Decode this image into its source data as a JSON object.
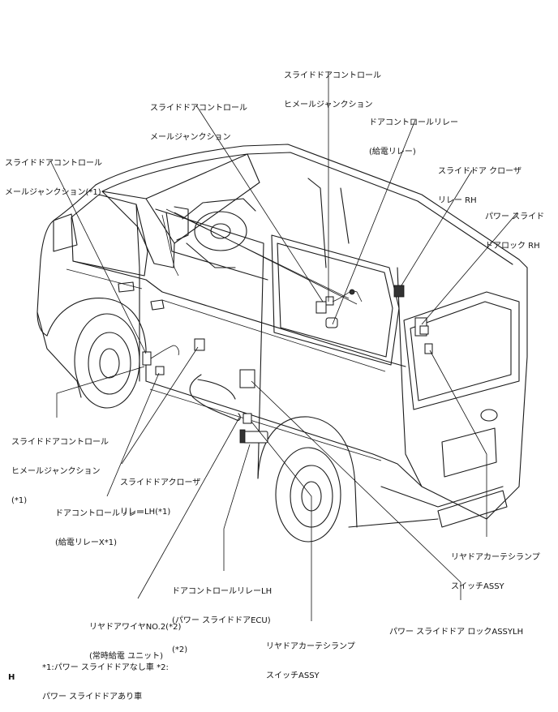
{
  "labels": {
    "mid_roof_junction": [
      "スライドドアコントロール",
      "ヒメールジャンクション"
    ],
    "roof_male_junction": [
      "スライドドアコントロール",
      "メールジャンクション"
    ],
    "door_control_relay_top": [
      "ドアコントロールリレー",
      "(給電リレー)"
    ],
    "closer_relay_rh": [
      "スライドドア クローザ",
      "リレー RH"
    ],
    "power_door_lock_rh": [
      "パワー スライド",
      "ドアロック RH"
    ],
    "left_male_junction": [
      "スライドドアコントロール",
      "メールジャンクション(*1)"
    ],
    "left_female_junction": [
      "スライドドアコントロール",
      "ヒメールジャンクション",
      "(*1)"
    ],
    "closer_relay_lh": [
      "スライドドアクローザ",
      "リレーLH(*1)"
    ],
    "door_control_relay_x": [
      "ドアコントロールリレー",
      "(給電リレーX*1)"
    ],
    "door_control_relay_lh": [
      "ドアコントロールリレーLH",
      "(パワー スライドドアECU)",
      "(*2)"
    ],
    "rear_door_wire": [
      "リヤドアワイヤNO.2(*2)",
      "(常時給電 ユニット)"
    ],
    "courtesy_switch_center": [
      "リヤドアカーテシランプ",
      "スイッチASSY"
    ],
    "courtesy_switch_right": [
      "リヤドアカーテシランプ",
      "スイッチASSY"
    ],
    "power_door_lock_lh": [
      "パワー スライドドア ロックASSYLH"
    ],
    "footnote": [
      "*1:パワー スライドドアなし車 *2:",
      "パワー スライドドアあり車"
    ],
    "corner_mark": "H"
  }
}
